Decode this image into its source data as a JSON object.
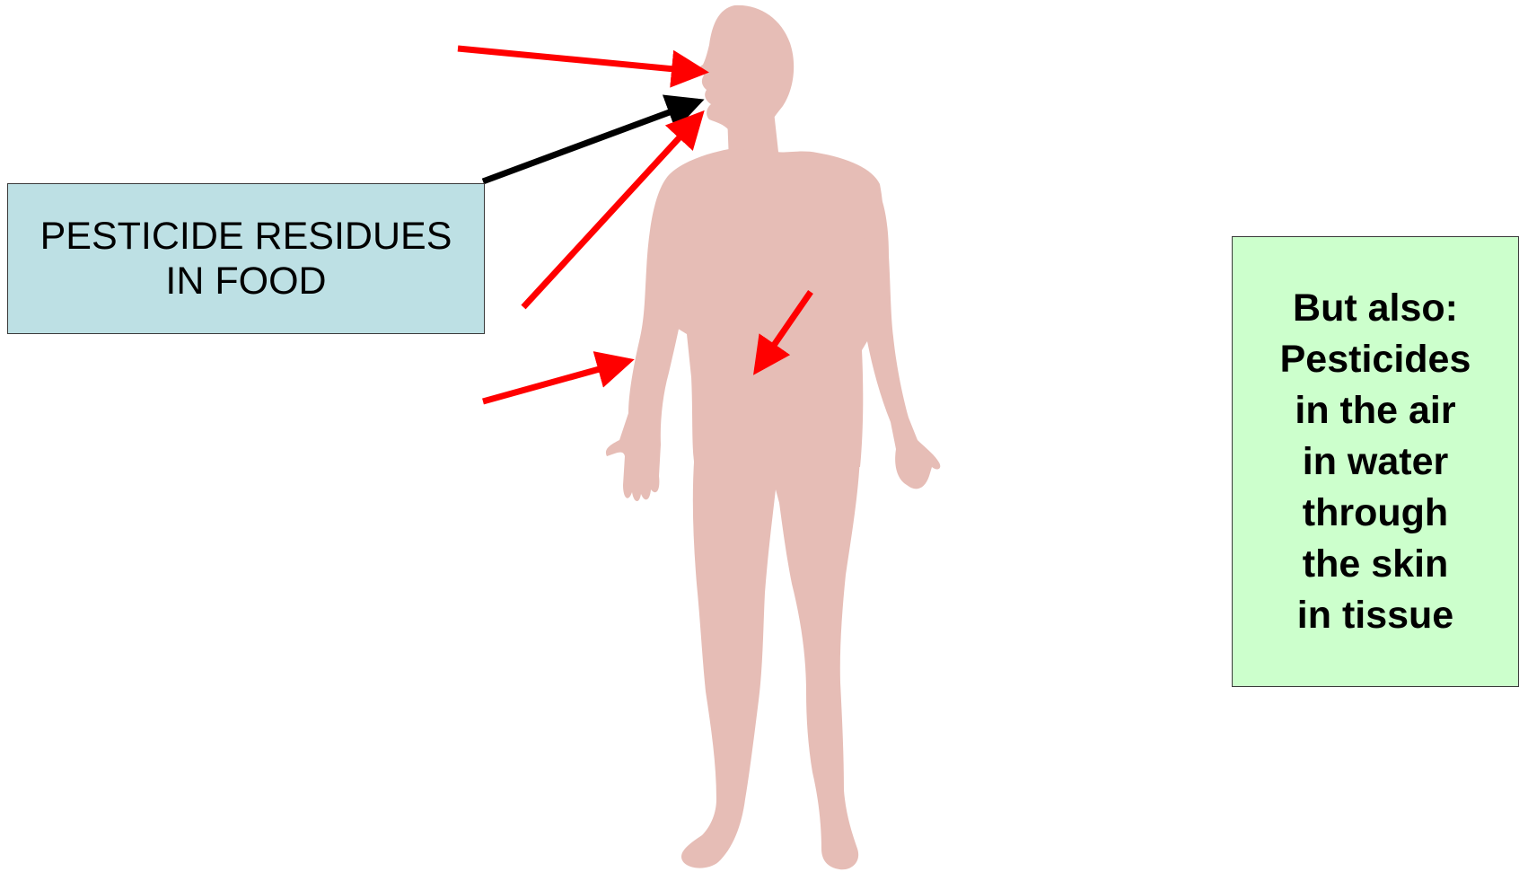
{
  "colors": {
    "body_fill": "#e6bdb6",
    "arrow_red": "#ff0000",
    "arrow_black": "#000000",
    "food_box_bg": "#bde0e4",
    "also_box_bg": "#ccffcc"
  },
  "food_box": {
    "lines": [
      "PESTICIDE RESIDUES",
      "IN FOOD"
    ]
  },
  "also_box": {
    "lines": [
      "But also:",
      "Pesticides",
      "in the air",
      "in water",
      "through",
      "the skin",
      "in tissue"
    ]
  }
}
